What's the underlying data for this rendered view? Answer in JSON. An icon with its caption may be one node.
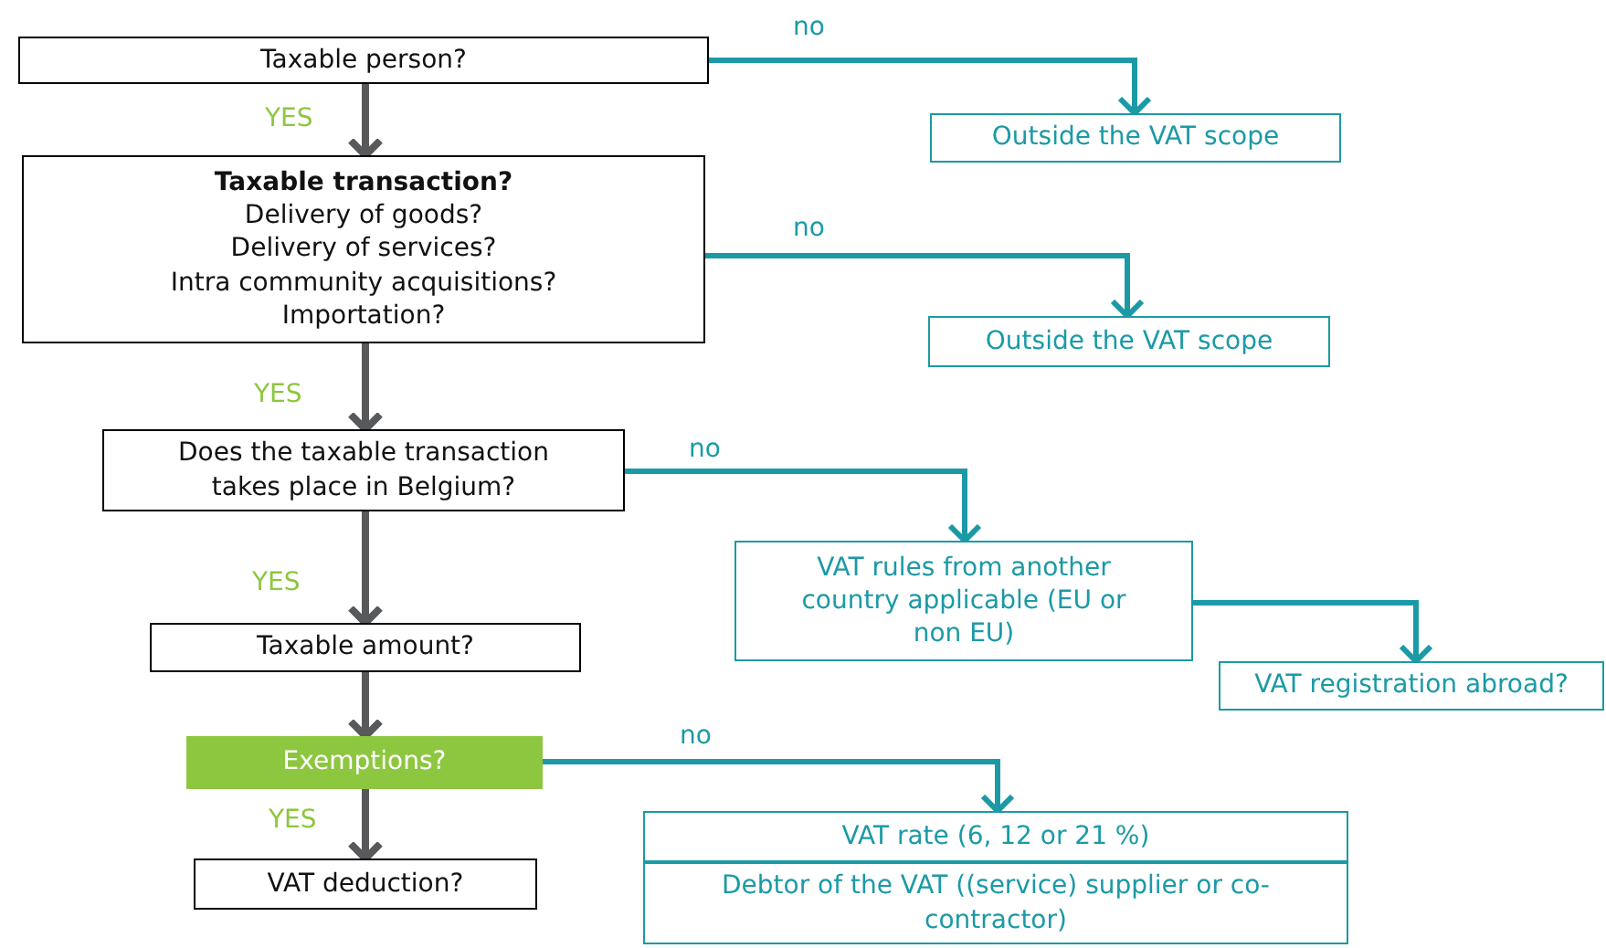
{
  "diagram": {
    "nodes": [
      {
        "text": [
          "Taxable person?"
        ]
      },
      {
        "text": [
          "Outside the VAT scope"
        ]
      },
      {
        "text": [
          "Taxable transaction?",
          "Delivery of goods?",
          "Delivery of services?",
          "Intra community acquisitions?",
          "Importation?"
        ]
      },
      {
        "text": [
          "Outside the VAT scope"
        ]
      },
      {
        "text": [
          "Does the taxable transaction takes place in Belgium?"
        ]
      },
      {
        "text": [
          "VAT rules from another country applicable (EU or non EU)"
        ]
      },
      {
        "text": [
          "VAT registration abroad?"
        ]
      },
      {
        "text": [
          "Taxable amount?"
        ]
      },
      {
        "text": [
          "Exemptions?"
        ]
      },
      {
        "text": [
          "VAT rate (6, 12 or 21 %)"
        ]
      },
      {
        "text": [
          "Debtor of the VAT ((service) supplier or co-contractor)"
        ]
      },
      {
        "text": [
          "VAT deduction?"
        ]
      }
    ],
    "edges": [
      {
        "from": 0,
        "to": 2,
        "arrow": "to",
        "label": "YES"
      },
      {
        "from": 0,
        "to": 1,
        "arrow": "to",
        "label": "no",
        "color": "#1b9aa6"
      },
      {
        "from": 2,
        "to": 4,
        "arrow": "to",
        "label": "YES"
      },
      {
        "from": 2,
        "to": 3,
        "arrow": "to",
        "label": "no",
        "color": "#1b9aa6"
      },
      {
        "from": 4,
        "to": 7,
        "arrow": "to",
        "label": "YES"
      },
      {
        "from": 4,
        "to": 5,
        "arrow": "to",
        "label": "no",
        "color": "#1b9aa6"
      },
      {
        "from": 5,
        "to": 6,
        "arrow": "to",
        "color": "#1b9aa6"
      },
      {
        "from": 7,
        "to": 8,
        "arrow": "to"
      },
      {
        "from": 8,
        "to": 11,
        "arrow": "to",
        "label": "YES"
      },
      {
        "from": 8,
        "to": 9,
        "arrow": "to",
        "label": "no",
        "color": "#1b9aa6"
      }
    ]
  }
}
